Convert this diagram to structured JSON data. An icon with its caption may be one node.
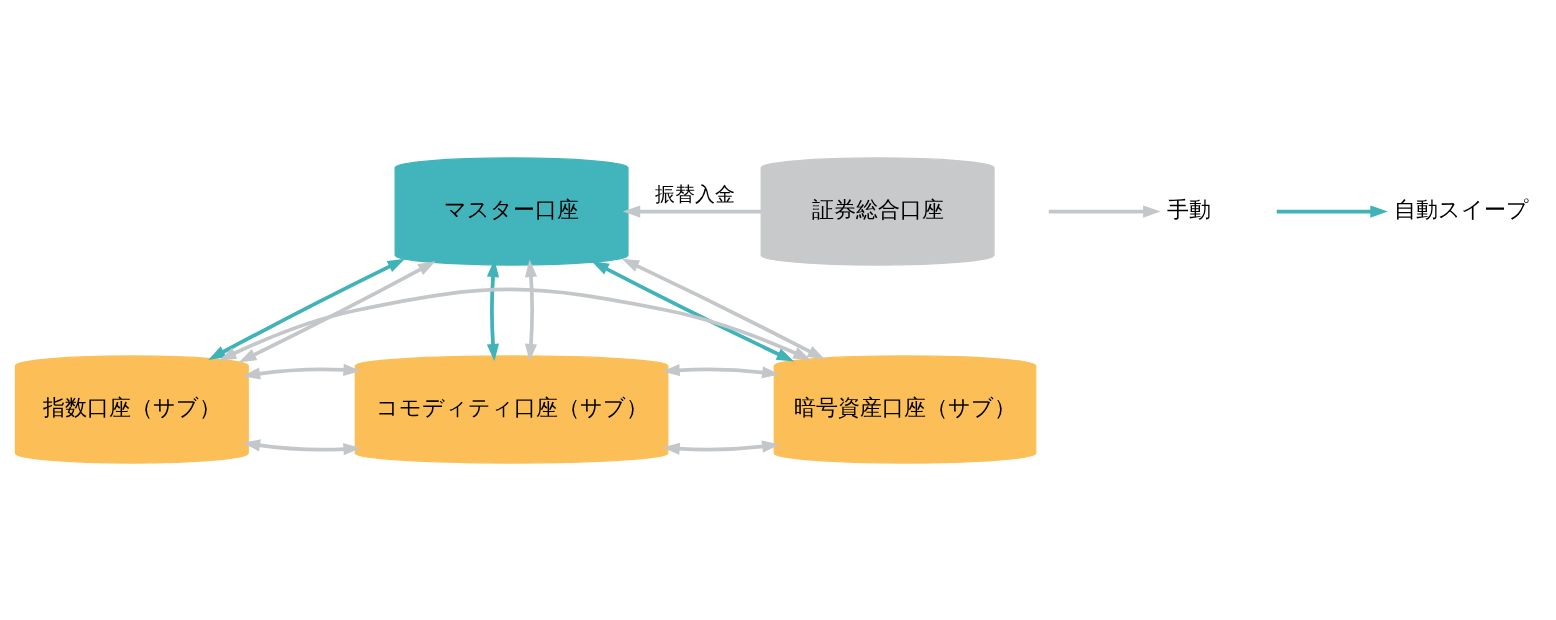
{
  "diagram": {
    "nodes": [
      {
        "text": [
          "マスター口座"
        ]
      },
      {
        "text": [
          "証券総合口座"
        ]
      },
      {
        "text": [
          "指数口座（サブ）"
        ]
      },
      {
        "text": [
          "コモディティ口座（サブ）"
        ]
      },
      {
        "text": [
          "暗号資産口座（サブ）"
        ]
      }
    ],
    "edges": [
      {
        "from": 1,
        "to": 0,
        "arrow": "to",
        "label": "振替入金"
      },
      {
        "from": 0,
        "to": 2,
        "arrow": "both",
        "color": "#3fb3b8"
      },
      {
        "from": 0,
        "to": 3,
        "arrow": "both",
        "color": "#3fb3b8"
      },
      {
        "from": 0,
        "to": 4,
        "arrow": "both",
        "color": "#3fb3b8"
      },
      {
        "from": 0,
        "to": 2,
        "arrow": "both"
      },
      {
        "from": 0,
        "to": 3,
        "arrow": "both"
      },
      {
        "from": 0,
        "to": 4,
        "arrow": "both"
      },
      {
        "from": 2,
        "to": 3,
        "arrow": "both"
      },
      {
        "from": 3,
        "to": 4,
        "arrow": "both"
      },
      {
        "from": 2,
        "to": 3,
        "arrow": "both"
      },
      {
        "from": 3,
        "to": 4,
        "arrow": "both"
      },
      {
        "from": 2,
        "to": 4,
        "arrow": "both"
      }
    ],
    "legend": [
      {
        "text": "手動"
      },
      {
        "text": "自動スイープ"
      }
    ]
  }
}
